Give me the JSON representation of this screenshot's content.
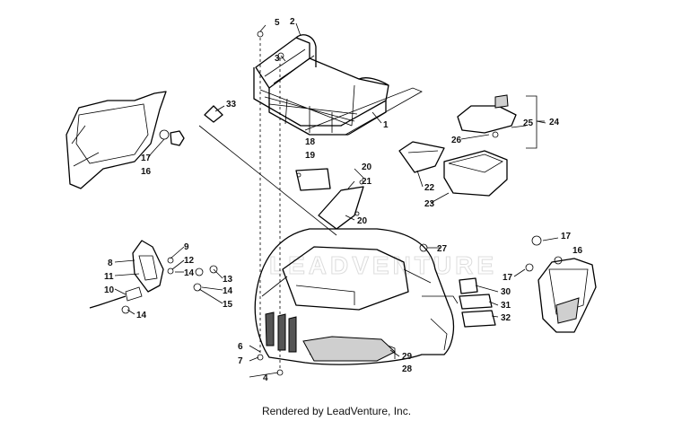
{
  "diagram": {
    "watermark": "LEADVENTURE",
    "footer": "Rendered by LeadVenture, Inc.",
    "callouts": {
      "c1": "1",
      "c2": "2",
      "c3": "3",
      "c4": "4",
      "c5": "5",
      "c6": "6",
      "c7": "7",
      "c8": "8",
      "c9": "9",
      "c10": "10",
      "c11": "11",
      "c12": "12",
      "c13": "13",
      "c14a": "14",
      "c14b": "14",
      "c15": "15",
      "c16a": "16",
      "c16b": "16",
      "c17a": "17",
      "c17b": "17",
      "c17c": "17",
      "c18": "18",
      "c19": "19",
      "c20a": "20",
      "c20b": "20",
      "c21": "21",
      "c22": "22",
      "c23": "23",
      "c24": "24",
      "c25": "25",
      "c26": "26",
      "c27": "27",
      "c28": "28",
      "c29": "29",
      "c30": "30",
      "c31": "31",
      "c32": "32",
      "c33": "33"
    }
  }
}
